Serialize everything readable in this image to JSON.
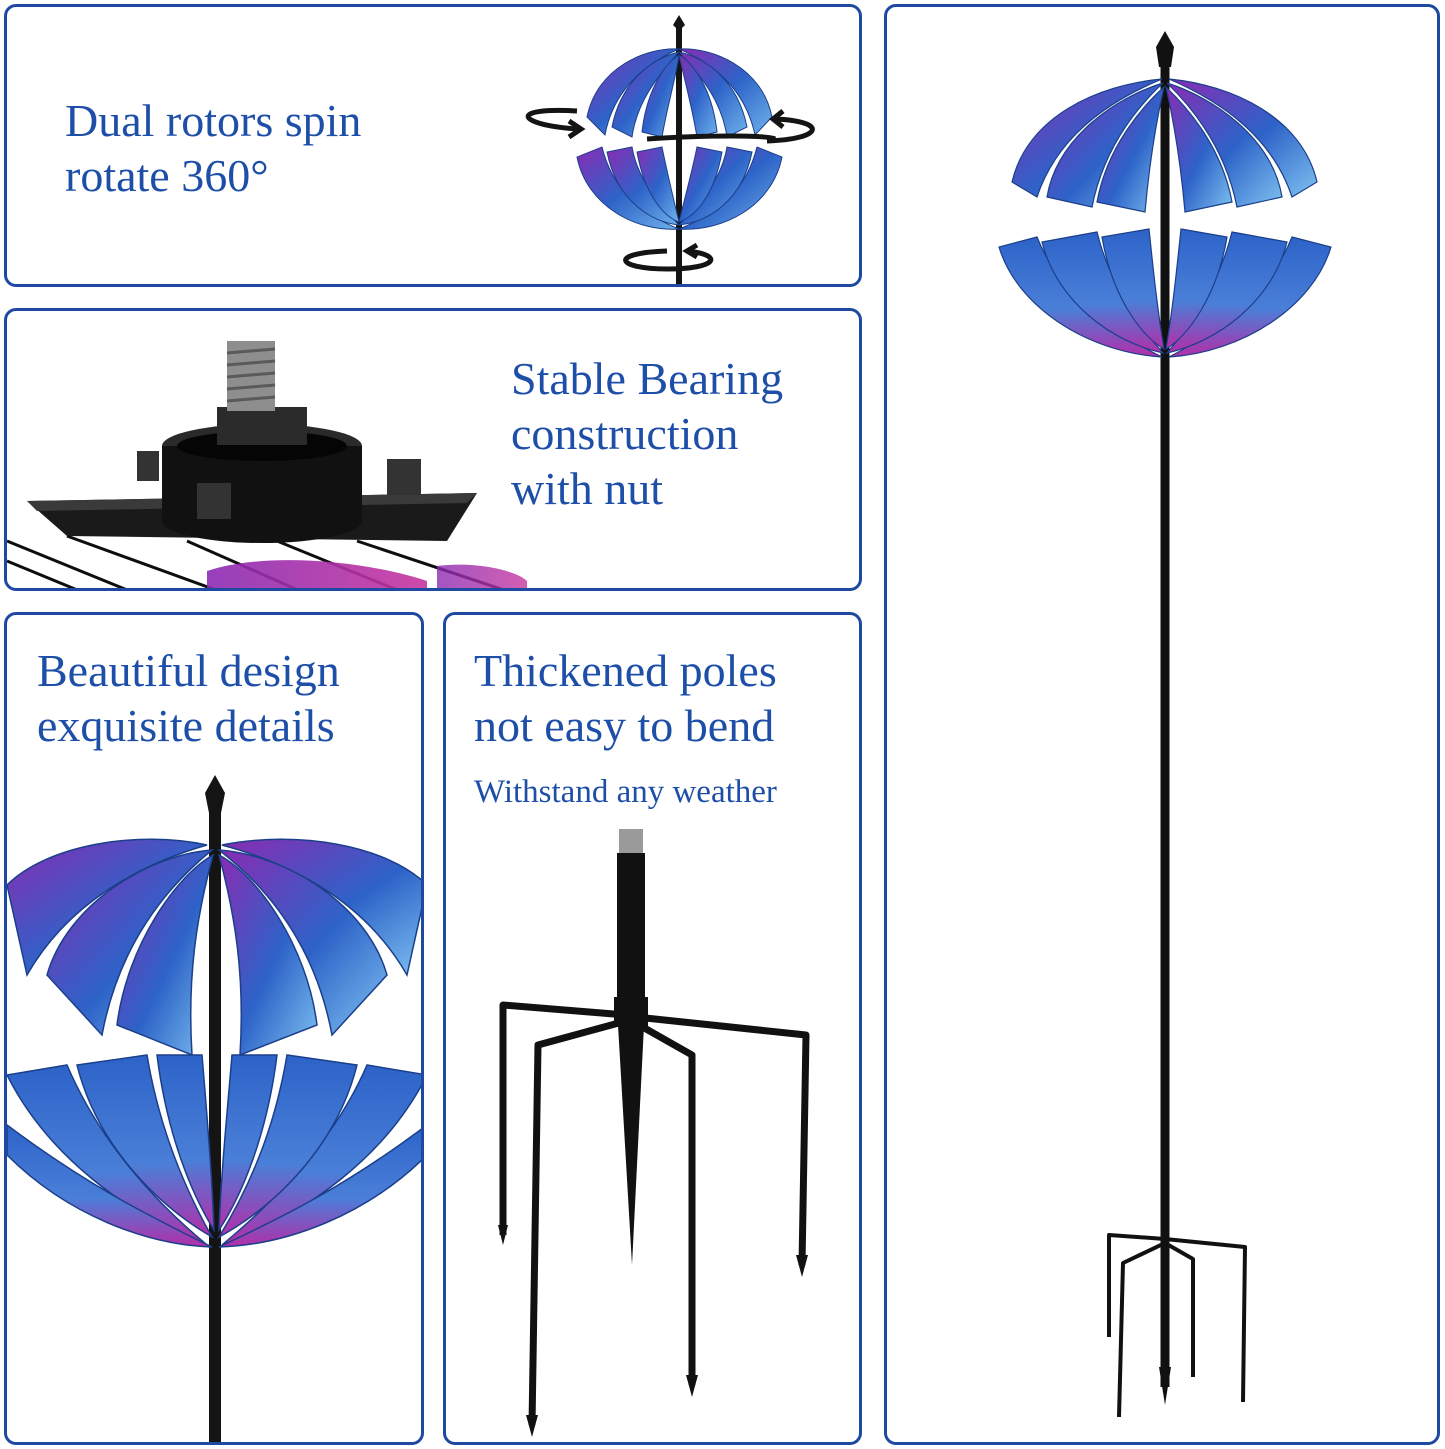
{
  "panels": {
    "rotors": {
      "line1": "Dual rotors spin",
      "line2": "rotate 360°"
    },
    "bearing": {
      "line1": "Stable Bearing",
      "line2": "construction",
      "line3": "with nut"
    },
    "design": {
      "line1": "Beautiful design",
      "line2": "exquisite details"
    },
    "poles": {
      "line1": "Thickened poles",
      "line2": "not easy to bend",
      "line3": "Withstand any weather"
    }
  },
  "colors": {
    "border": "#1d4aa0",
    "text": "#1e4fa8",
    "blade_blue": "#2d63c8",
    "blade_purple": "#8a2bb3",
    "pole": "#141414"
  },
  "icons": [
    "rotation-arrow-icon",
    "spinner-image",
    "bearing-image",
    "stake-image"
  ]
}
